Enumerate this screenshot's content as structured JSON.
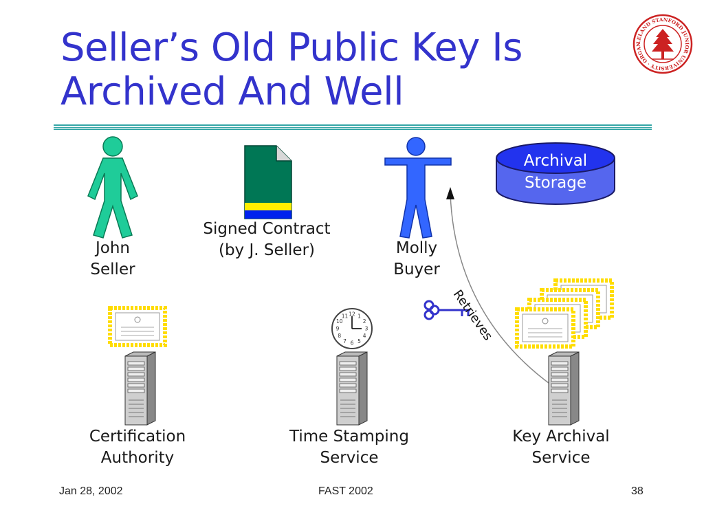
{
  "slide": {
    "title_line1": "Seller’s Old Public Key Is",
    "title_line2": "Archived And Well"
  },
  "seal": {
    "ring_text": "LELAND STANFORD JUNIOR UNIVERSITY · ORGANIZED 1891"
  },
  "people": {
    "seller": {
      "line1": "John",
      "line2": "Seller"
    },
    "buyer": {
      "line1": "Molly",
      "line2": "Buyer"
    }
  },
  "contract": {
    "line1": "Signed Contract",
    "line2": "(by J. Seller)"
  },
  "storage": {
    "line1": "Archival",
    "line2": "Storage"
  },
  "servers": {
    "ca": {
      "line1": "Certification",
      "line2": "Authority"
    },
    "tss": {
      "line1": "Time Stamping",
      "line2": "Service"
    },
    "kas": {
      "line1": "Key Archival",
      "line2": "Service"
    }
  },
  "arrow_label": "Retrieves",
  "clock_numbers": [
    "12",
    "1",
    "2",
    "3",
    "4",
    "5",
    "6",
    "7",
    "8",
    "9",
    "10",
    "11"
  ],
  "footer": {
    "date": "Jan 28, 2002",
    "event": "FAST 2002",
    "page": "38"
  },
  "colors": {
    "title": "#3333cc",
    "rule": "#33a6a6",
    "seller_figure": "#1fcc99",
    "buyer_figure": "#3366ff",
    "contract_body": "#007755",
    "contract_stripe_yellow": "#ffee00",
    "contract_stripe_blue": "#0022ee",
    "storage": "#5566ee",
    "certificate_border": "#ffdd00",
    "key": "#3333cc",
    "seal": "#cc2222"
  },
  "icons": [
    "stanford-seal-icon",
    "person-icon",
    "document-icon",
    "database-icon",
    "certificate-icon",
    "clock-icon",
    "server-icon",
    "key-icon",
    "arrow-icon"
  ]
}
